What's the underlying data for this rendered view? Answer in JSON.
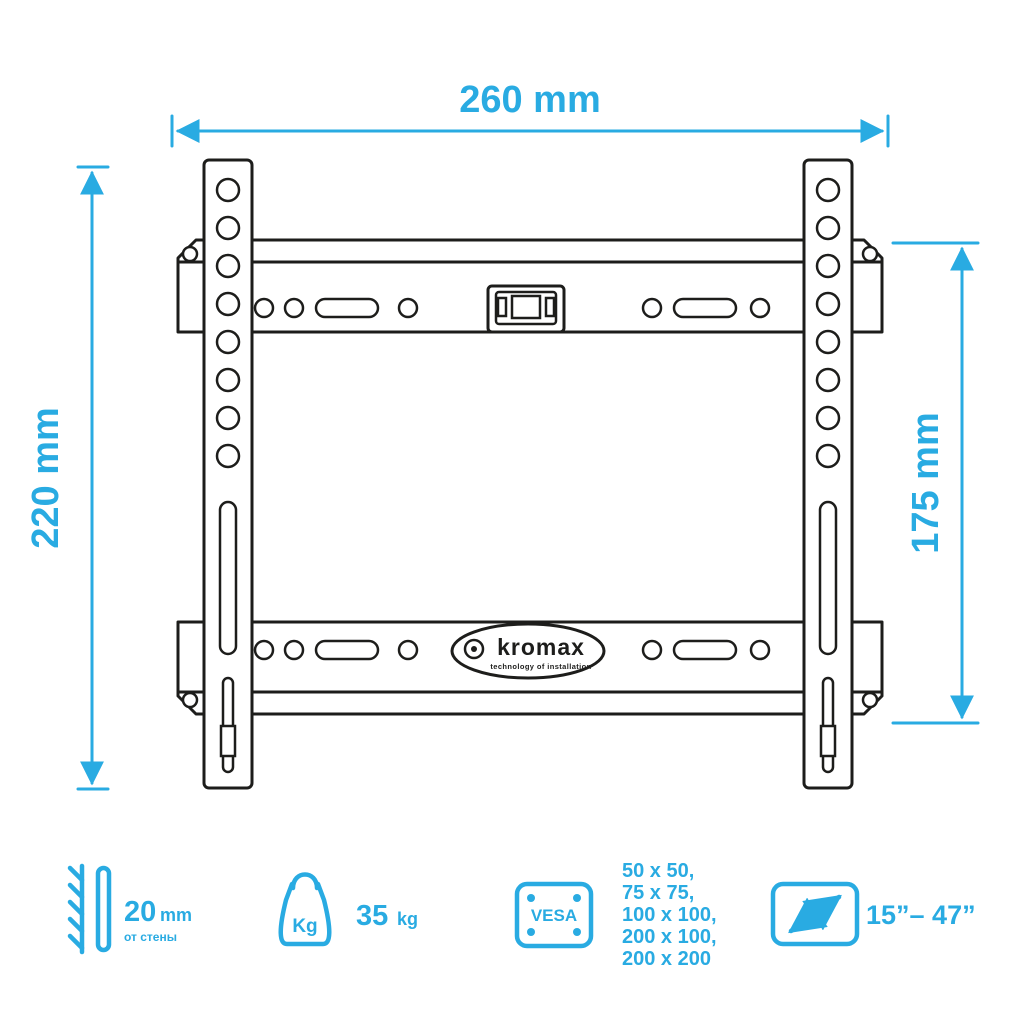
{
  "colors": {
    "accent": "#29abe2",
    "line": "#1d1d1b",
    "background": "#ffffff"
  },
  "dimensions": {
    "width": "260 mm",
    "height_total": "220 mm",
    "height_plates": "175 mm"
  },
  "logo": {
    "name": "kromax",
    "tagline": "technology of installation"
  },
  "specs": {
    "wall_distance": {
      "value": "20",
      "unit": "mm",
      "note": "от стены"
    },
    "max_weight": {
      "icon_label": "Kg",
      "value": "35",
      "unit": "kg"
    },
    "vesa": {
      "label": "VESA",
      "sizes": [
        "50 x 50,",
        "75 x 75,",
        "100 x 100,",
        "200 x 100,",
        "200 x 200"
      ]
    },
    "screen_size": {
      "range": "15”– 47”"
    }
  }
}
